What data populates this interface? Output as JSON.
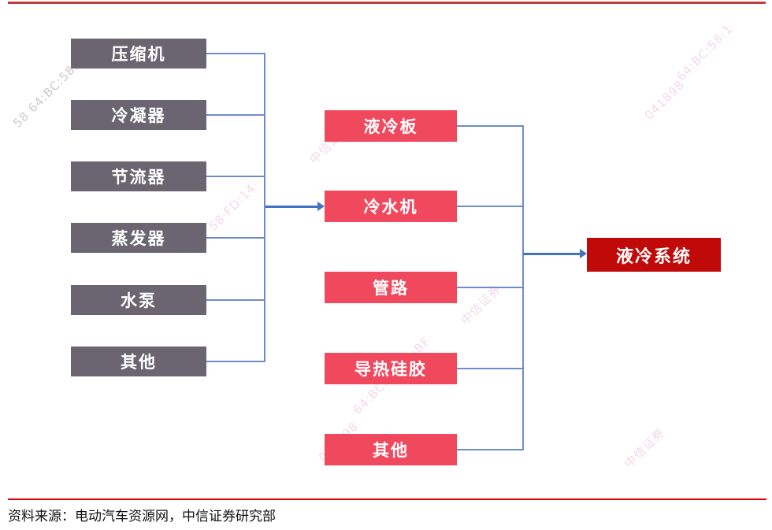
{
  "figure": {
    "type": "flow-diagram",
    "topic": "液冷系统构成",
    "top_rule_color": "#c33c3c",
    "bottom_rule_color": "#e10000"
  },
  "diagram": {
    "left_column": {
      "box_color": "#6a6570",
      "text_color": "#ffffff",
      "items": [
        "压缩机",
        "冷凝器",
        "节流器",
        "蒸发器",
        "水泵",
        "其他"
      ]
    },
    "middle_column": {
      "box_color": "#f0495e",
      "text_color": "#ffffff",
      "items": [
        "液冷板",
        "冷水机",
        "管路",
        "导热硅胶",
        "其他"
      ]
    },
    "result_box": {
      "label": "液冷系统",
      "box_color": "#c00a0a",
      "text_color": "#ffffff"
    },
    "connector_color": "#6e8ccd",
    "arrow_color": "#4472c4"
  },
  "footer": {
    "source_text": "资料来源：电动汽车资源网，中信证券研究部"
  },
  "watermarks": [
    {
      "text": "58 64:BC:58:F"
    },
    {
      "text": "64:BC:58:1"
    },
    {
      "text": "041898"
    },
    {
      "text": "58·FD:14·"
    },
    {
      "text": "中信证券"
    },
    {
      "text": "中信证券"
    },
    {
      "text": "中信证券"
    },
    {
      "text": "041898"
    },
    {
      "text": "64:BC:58·14:BF"
    }
  ]
}
